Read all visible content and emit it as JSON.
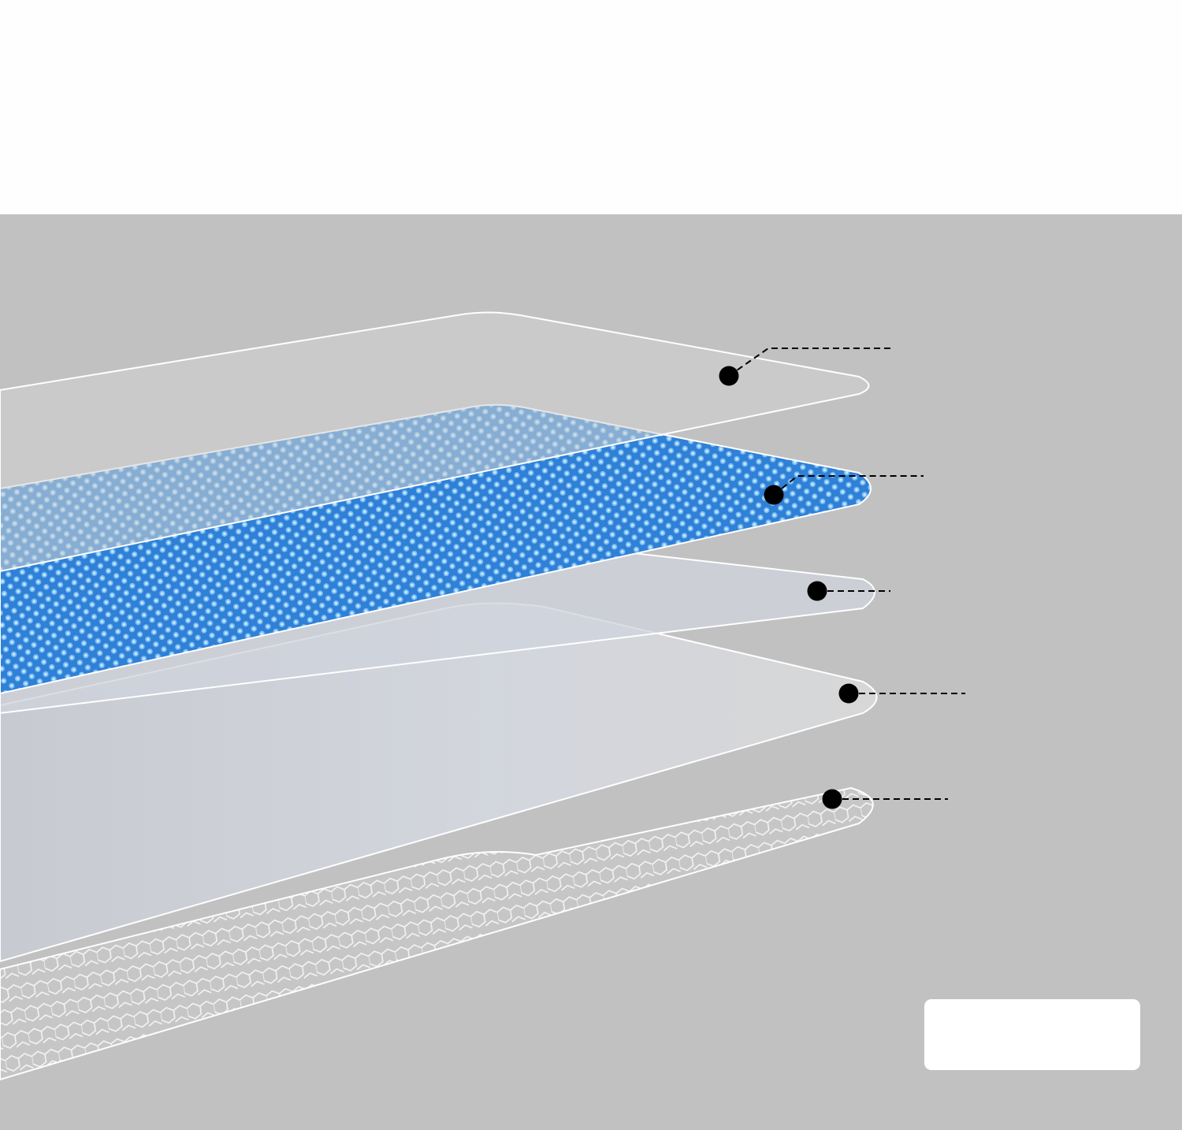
{
  "colors": {
    "top_background": "#fefefe",
    "diagram_background": "#c1c1c1",
    "layer_outline": "#ffffff",
    "blue_layer": "#3f8fe0",
    "blue_layer_dark": "#1f6ec4",
    "clear_layer": "#d4d7df",
    "callout": "#000000",
    "badge": "#ffffff"
  },
  "layers": [
    {
      "id": "layer-1",
      "kind": "clear-film",
      "icon": "callout-marker"
    },
    {
      "id": "layer-2",
      "kind": "blue-honeycomb",
      "icon": "callout-marker"
    },
    {
      "id": "layer-3",
      "kind": "clear-film",
      "icon": "callout-marker"
    },
    {
      "id": "layer-4",
      "kind": "glass-tray",
      "icon": "callout-marker"
    },
    {
      "id": "layer-5",
      "kind": "grey-honeycomb",
      "icon": "callout-marker"
    }
  ]
}
